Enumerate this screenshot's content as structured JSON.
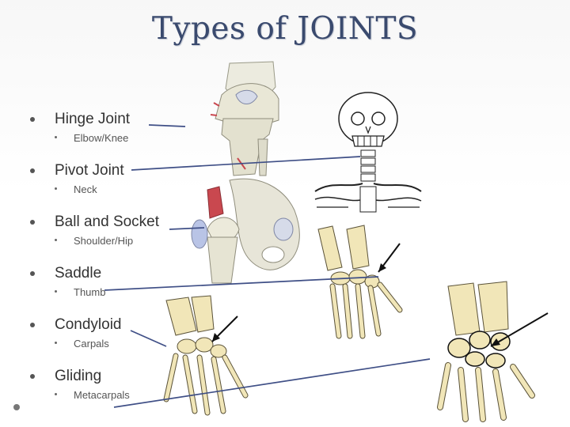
{
  "slide": {
    "title": "Types of JOINTS",
    "joints": [
      {
        "name": "Hinge Joint",
        "example": "Elbow/Knee"
      },
      {
        "name": "Pivot Joint",
        "example": "Neck"
      },
      {
        "name": "Ball and Socket",
        "example": "Shoulder/Hip"
      },
      {
        "name": "Saddle",
        "example": "Thumb"
      },
      {
        "name": "Condyloid",
        "example": "Carpals"
      },
      {
        "name": "Gliding",
        "example": "Metacarpals"
      }
    ]
  },
  "colors": {
    "title": "#3a4a6e",
    "arrow_line": "#3f4f86",
    "bone": "#f1e6b8",
    "bone_outline": "#5a5238",
    "cartilage": "#b9c4e6",
    "muscle": "#c9484f"
  },
  "illustrations": [
    "knee-joint-image",
    "neck-skeleton-image",
    "hip-joint-image",
    "thumb-wrist-image",
    "carpal-wrist-image",
    "gliding-wrist-image"
  ]
}
